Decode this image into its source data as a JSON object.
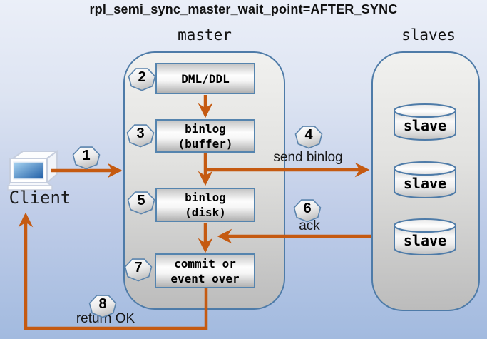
{
  "title": "rpl_semi_sync_master_wait_point=AFTER_SYNC",
  "client": {
    "label": "Client"
  },
  "master": {
    "label": "master",
    "nodes": {
      "dml": "DML/DDL",
      "binlog_buffer": "binlog\n(buffer)",
      "binlog_disk": "binlog\n(disk)",
      "commit": "commit or\nevent over"
    }
  },
  "slaves": {
    "label": "slaves",
    "nodes": [
      "slave",
      "slave",
      "slave"
    ]
  },
  "steps": [
    {
      "num": "1"
    },
    {
      "num": "2"
    },
    {
      "num": "3"
    },
    {
      "num": "4",
      "caption": "send binlog"
    },
    {
      "num": "5"
    },
    {
      "num": "6",
      "caption": "ack"
    },
    {
      "num": "7"
    },
    {
      "num": "8",
      "caption": "return OK"
    }
  ],
  "colors": {
    "arrow": "#c55a11",
    "node_border": "#4e7ba8",
    "badge_border": "#5b84ad",
    "screen_blue": "#2a63a8",
    "background_top": "#ebeff8",
    "background_bottom": "#a2badf"
  }
}
